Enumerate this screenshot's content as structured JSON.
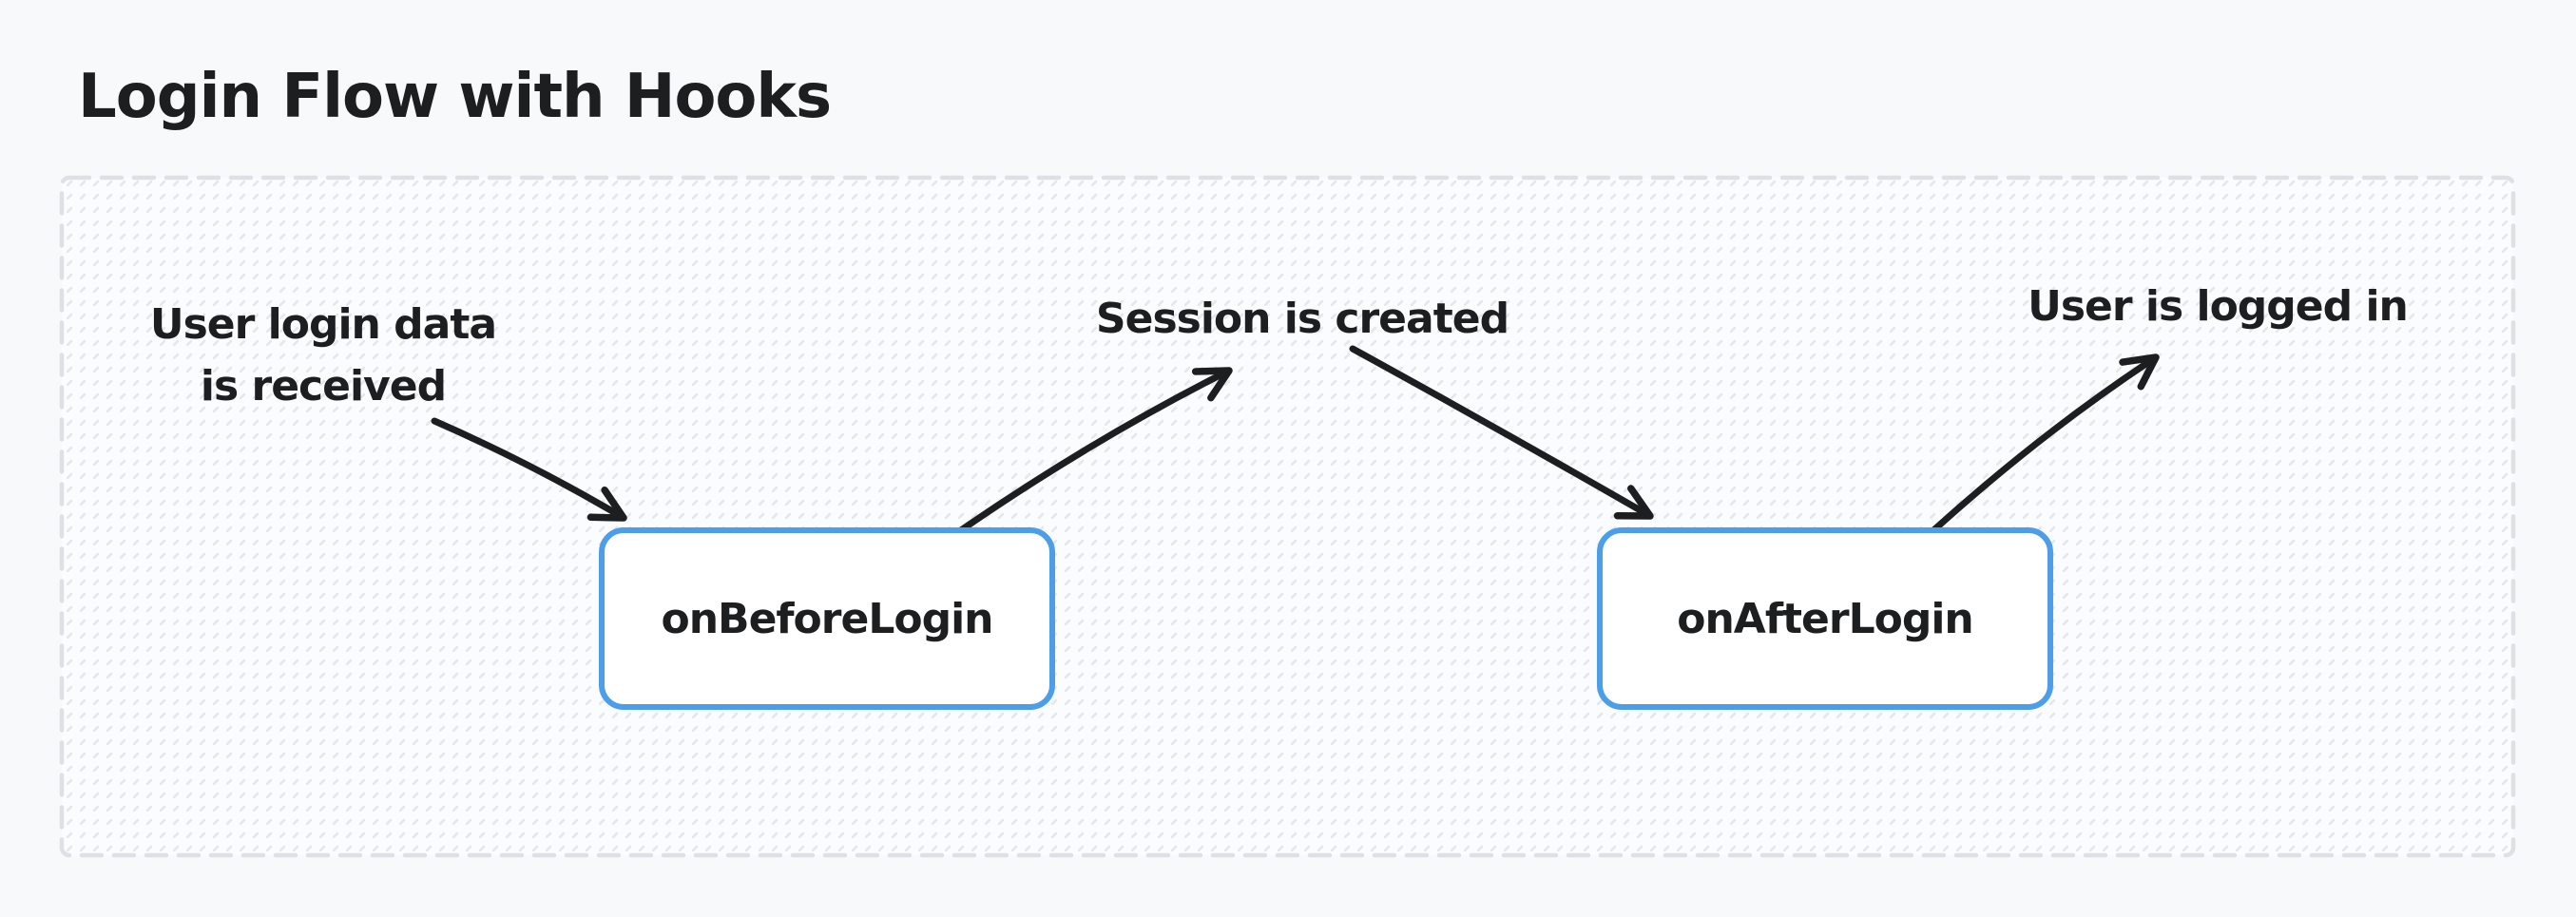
{
  "page": {
    "title": "Login Flow with Hooks"
  },
  "flow": {
    "nodes": [
      {
        "id": "onBeforeLogin",
        "label": "onBeforeLogin"
      },
      {
        "id": "onAfterLogin",
        "label": "onAfterLogin"
      }
    ],
    "annotations": {
      "login_data": {
        "line1": "User login data",
        "line2": "is received"
      },
      "session": {
        "text": "Session is created"
      },
      "logged_in": {
        "text": "User is logged in"
      }
    },
    "edges": [
      {
        "from": "login-data-annotation",
        "to": "onBeforeLogin"
      },
      {
        "from": "onBeforeLogin",
        "to": "session-annotation"
      },
      {
        "from": "session-annotation",
        "to": "onAfterLogin"
      },
      {
        "from": "onAfterLogin",
        "to": "logged-in-annotation"
      }
    ]
  },
  "colors": {
    "page_background": "#f8f9fb",
    "frame_fill": "#fbfcfd",
    "frame_hatch": "#e4e7eb",
    "frame_border": "#dde0e5",
    "node_border": "#4d9ee9",
    "node_fill": "#ffffff",
    "ink": "#1d1e20"
  }
}
